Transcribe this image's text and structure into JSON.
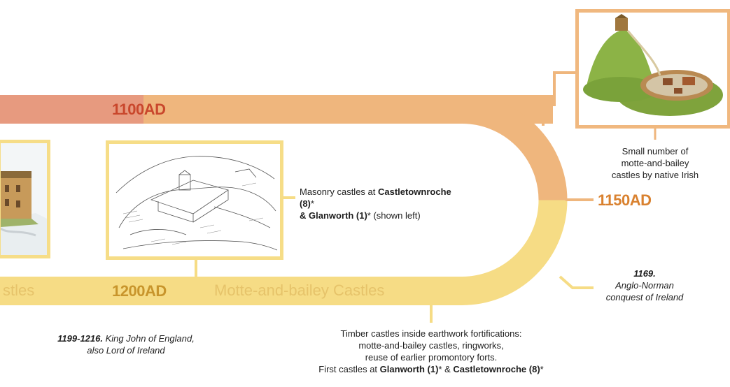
{
  "colors": {
    "band_red": "#e79a7f",
    "band_orange": "#efb67d",
    "band_yellow": "#f6dc85",
    "year_1100": "#c9472c",
    "year_1150": "#d9812f",
    "year_1200": "#c8952c",
    "band_text": "#e3c06b"
  },
  "years": {
    "y1100": "1100AD",
    "y1150": "1150AD",
    "y1200": "1200AD"
  },
  "band_labels": {
    "left_fragment": "stles",
    "motte": "Motte-and-bailey Castles"
  },
  "notes": {
    "masonry": {
      "line1_a": "Masonry castles at ",
      "line1_b": "Castletownroche (8)",
      "line1_c": "*",
      "line2_a": "& Glanworth (1)",
      "line2_b": "* (shown left)"
    },
    "native": {
      "line1": "Small number of",
      "line2": "motte-and-bailey",
      "line3": "castles by native Irish"
    },
    "conquest": {
      "year": "1169.",
      "line1": "Anglo-Norman",
      "line2": "conquest of Ireland"
    },
    "king_john": {
      "years": "1199-1216.",
      "line1": " King John of England,",
      "line2": "also Lord of Ireland"
    },
    "timber": {
      "line1": "Timber castles inside earthwork fortifications:",
      "line2": "motte-and-bailey castles, ringworks,",
      "line3": "reuse of earlier promontory forts.",
      "line4_a": "First castles at ",
      "line4_b": "Glanworth (1)",
      "line4_c": "* & ",
      "line4_d": "Castletownroche (8)",
      "line4_e": "*"
    }
  },
  "images": {
    "left_castle": "castle-illustration",
    "masonry_sketch": "masonry-castle-sketch",
    "motte_illustration": "motte-and-bailey-illustration"
  }
}
